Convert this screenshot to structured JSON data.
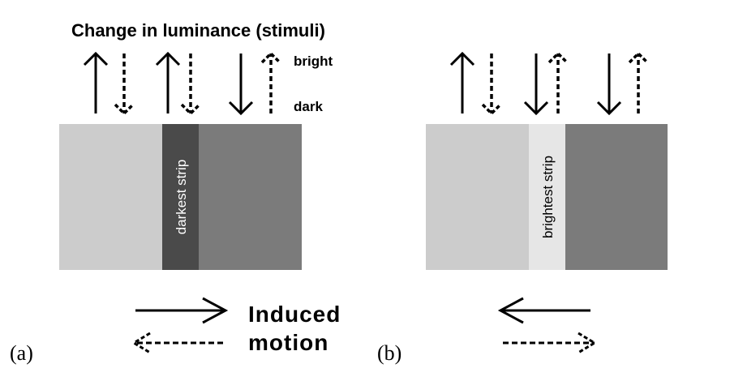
{
  "title": "Change in luminance (stimuli)",
  "legend": {
    "bright_label": "bright",
    "dark_label": "dark"
  },
  "induced_motion": {
    "line1": "Induced",
    "line2": "motion"
  },
  "colors": {
    "light_gray": "#cccccc",
    "mid_gray": "#7b7b7b",
    "darkest_strip": "#4a4a4a",
    "brightest_strip": "#e6e6e6",
    "ink": "#000000",
    "strip_text_dark_bg": "#ffffff",
    "strip_text_light_bg": "#000000"
  },
  "panels": [
    {
      "id": "a",
      "label": "(a)",
      "strip_label": "darkest strip",
      "luminance_arrows": [
        {
          "style": "solid",
          "direction": "up"
        },
        {
          "style": "dashed",
          "direction": "down"
        },
        {
          "style": "solid",
          "direction": "up"
        },
        {
          "style": "dashed",
          "direction": "down"
        },
        {
          "style": "solid",
          "direction": "down"
        },
        {
          "style": "dashed",
          "direction": "up"
        }
      ],
      "motion_arrows": [
        {
          "style": "solid",
          "direction": "right"
        },
        {
          "style": "dashed",
          "direction": "left"
        }
      ]
    },
    {
      "id": "b",
      "label": "(b)",
      "strip_label": "brightest strip",
      "luminance_arrows": [
        {
          "style": "solid",
          "direction": "up"
        },
        {
          "style": "dashed",
          "direction": "down"
        },
        {
          "style": "solid",
          "direction": "down"
        },
        {
          "style": "dashed",
          "direction": "up"
        },
        {
          "style": "solid",
          "direction": "down"
        },
        {
          "style": "dashed",
          "direction": "up"
        }
      ],
      "motion_arrows": [
        {
          "style": "solid",
          "direction": "left"
        },
        {
          "style": "dashed",
          "direction": "right"
        }
      ]
    }
  ]
}
